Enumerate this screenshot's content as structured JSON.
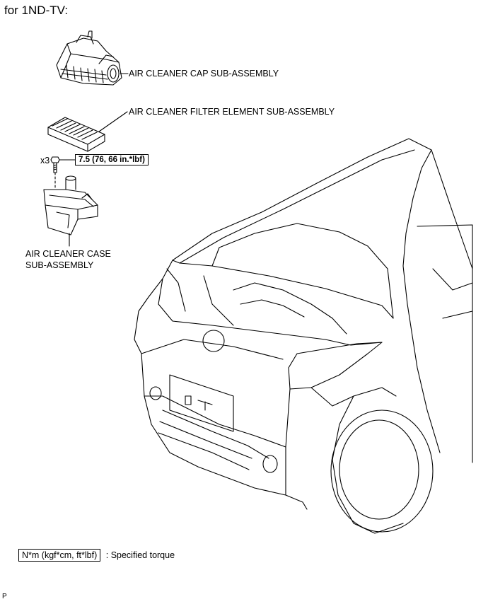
{
  "heading": "for 1ND-TV:",
  "callouts": {
    "cap": "AIR CLEANER CAP SUB-ASSEMBLY",
    "filter": "AIR CLEANER FILTER ELEMENT SUB-ASSEMBLY",
    "case_line1": "AIR CLEANER CASE",
    "case_line2": "SUB-ASSEMBLY"
  },
  "fastener": {
    "quantity": "x3",
    "torque": "7.5 (76, 66 in.*lbf)"
  },
  "legend": {
    "box_label": "N*m (kgf*cm, ft*lbf)",
    "description": ": Specified torque"
  },
  "footer_code": "P"
}
